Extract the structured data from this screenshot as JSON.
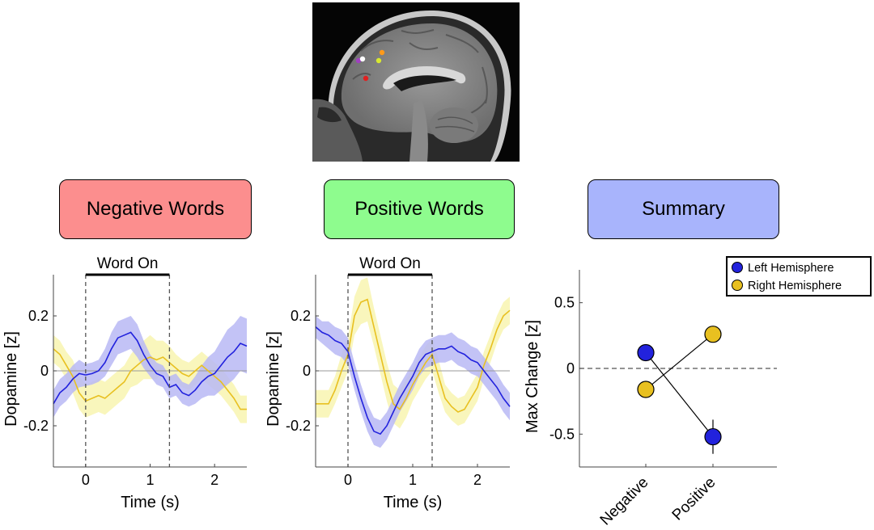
{
  "panels": {
    "negative": {
      "label": "Negative Words",
      "color": "#fc8e8e"
    },
    "positive": {
      "label": "Positive Words",
      "color": "#8efc8e"
    },
    "summary": {
      "label": "Summary",
      "color": "#a8b4fc"
    }
  },
  "colors": {
    "left": "#2222dd",
    "right": "#e8c020",
    "left_band": "#b8b8f4",
    "right_band": "#f8f4b0"
  },
  "electrodes": [
    {
      "name": "purple",
      "color": "#a040c0"
    },
    {
      "name": "white",
      "color": "#ffffff"
    },
    {
      "name": "orange",
      "color": "#ff9a1a"
    },
    {
      "name": "yellow-green",
      "color": "#d8e830"
    },
    {
      "name": "red",
      "color": "#e02020"
    }
  ],
  "chart_data": [
    {
      "type": "line",
      "panel": "Negative Words",
      "annotation": "Word On",
      "annotation_range": [
        0,
        1.3
      ],
      "xlabel": "Time (s)",
      "ylabel": "Dopamine [z]",
      "xlim": [
        -0.5,
        2.5
      ],
      "ylim": [
        -0.35,
        0.35
      ],
      "xticks": [
        0,
        1,
        2
      ],
      "xtick_labels": [
        "0",
        "1",
        "2"
      ],
      "yticks": [
        -0.2,
        0,
        0.2
      ],
      "ytick_labels": [
        "-0.2",
        "0",
        "0.2"
      ],
      "vlines": [
        0,
        1.3
      ],
      "hline": 0,
      "x": [
        -0.5,
        -0.4,
        -0.3,
        -0.2,
        -0.1,
        0,
        0.1,
        0.2,
        0.3,
        0.4,
        0.5,
        0.6,
        0.7,
        0.8,
        0.9,
        1.0,
        1.1,
        1.2,
        1.3,
        1.4,
        1.5,
        1.6,
        1.7,
        1.8,
        1.9,
        2.0,
        2.1,
        2.2,
        2.3,
        2.4,
        2.5
      ],
      "series": [
        {
          "key": "left",
          "values": [
            -0.12,
            -0.08,
            -0.06,
            -0.03,
            -0.01,
            -0.015,
            -0.01,
            0.0,
            0.03,
            0.08,
            0.12,
            0.13,
            0.14,
            0.11,
            0.06,
            0.02,
            -0.01,
            -0.02,
            -0.06,
            -0.05,
            -0.08,
            -0.09,
            -0.07,
            -0.04,
            -0.02,
            -0.01,
            0.02,
            0.05,
            0.07,
            0.1,
            0.09
          ],
          "band": [
            0.05,
            0.05,
            0.05,
            0.05,
            0.05,
            0.04,
            0.04,
            0.04,
            0.05,
            0.06,
            0.06,
            0.06,
            0.06,
            0.06,
            0.05,
            0.04,
            0.04,
            0.04,
            0.04,
            0.04,
            0.04,
            0.04,
            0.05,
            0.06,
            0.07,
            0.08,
            0.09,
            0.1,
            0.1,
            0.1,
            0.1
          ]
        },
        {
          "key": "right",
          "values": [
            0.08,
            0.06,
            0.02,
            -0.02,
            -0.08,
            -0.11,
            -0.1,
            -0.09,
            -0.1,
            -0.08,
            -0.06,
            -0.04,
            0.0,
            0.02,
            0.04,
            0.05,
            0.04,
            0.05,
            0.03,
            0.01,
            -0.01,
            -0.02,
            0.0,
            0.02,
            0.0,
            -0.02,
            -0.04,
            -0.07,
            -0.1,
            -0.14,
            -0.14
          ],
          "band": [
            0.05,
            0.05,
            0.05,
            0.06,
            0.06,
            0.06,
            0.06,
            0.06,
            0.06,
            0.06,
            0.06,
            0.06,
            0.06,
            0.07,
            0.07,
            0.08,
            0.07,
            0.06,
            0.06,
            0.05,
            0.05,
            0.05,
            0.05,
            0.05,
            0.05,
            0.05,
            0.05,
            0.05,
            0.05,
            0.05,
            0.05
          ]
        }
      ]
    },
    {
      "type": "line",
      "panel": "Positive Words",
      "annotation": "Word On",
      "annotation_range": [
        0,
        1.3
      ],
      "xlabel": "Time (s)",
      "ylabel": "Dopamine [z]",
      "xlim": [
        -0.5,
        2.5
      ],
      "ylim": [
        -0.35,
        0.35
      ],
      "xticks": [
        0,
        1,
        2
      ],
      "xtick_labels": [
        "0",
        "1",
        "2"
      ],
      "yticks": [
        -0.2,
        0,
        0.2
      ],
      "ytick_labels": [
        "-0.2",
        "0",
        "0.2"
      ],
      "vlines": [
        0,
        1.3
      ],
      "hline": 0,
      "x": [
        -0.5,
        -0.4,
        -0.3,
        -0.2,
        -0.1,
        0,
        0.1,
        0.2,
        0.3,
        0.4,
        0.5,
        0.6,
        0.7,
        0.8,
        0.9,
        1.0,
        1.1,
        1.2,
        1.3,
        1.4,
        1.5,
        1.6,
        1.7,
        1.8,
        1.9,
        2.0,
        2.1,
        2.2,
        2.3,
        2.4,
        2.5
      ],
      "series": [
        {
          "key": "left",
          "values": [
            0.16,
            0.14,
            0.13,
            0.11,
            0.1,
            0.07,
            -0.02,
            -0.1,
            -0.17,
            -0.22,
            -0.23,
            -0.2,
            -0.15,
            -0.1,
            -0.06,
            -0.02,
            0.03,
            0.06,
            0.07,
            0.08,
            0.08,
            0.09,
            0.07,
            0.06,
            0.04,
            0.03,
            0.0,
            -0.03,
            -0.06,
            -0.1,
            -0.13
          ],
          "band": [
            0.04,
            0.04,
            0.05,
            0.05,
            0.05,
            0.05,
            0.05,
            0.05,
            0.05,
            0.05,
            0.05,
            0.05,
            0.05,
            0.05,
            0.05,
            0.05,
            0.05,
            0.05,
            0.05,
            0.05,
            0.05,
            0.05,
            0.05,
            0.05,
            0.05,
            0.05,
            0.05,
            0.05,
            0.05,
            0.05,
            0.05
          ]
        },
        {
          "key": "right",
          "values": [
            -0.12,
            -0.12,
            -0.12,
            -0.07,
            0.0,
            0.06,
            0.2,
            0.25,
            0.26,
            0.16,
            0.06,
            -0.04,
            -0.12,
            -0.14,
            -0.1,
            -0.05,
            -0.01,
            0.03,
            0.06,
            -0.02,
            -0.1,
            -0.13,
            -0.15,
            -0.14,
            -0.1,
            -0.06,
            0.02,
            0.08,
            0.15,
            0.2,
            0.22
          ],
          "band": [
            0.05,
            0.05,
            0.05,
            0.05,
            0.06,
            0.06,
            0.07,
            0.08,
            0.08,
            0.07,
            0.07,
            0.07,
            0.07,
            0.07,
            0.07,
            0.06,
            0.06,
            0.06,
            0.06,
            0.06,
            0.05,
            0.05,
            0.05,
            0.05,
            0.05,
            0.05,
            0.05,
            0.05,
            0.05,
            0.05,
            0.05
          ]
        }
      ]
    },
    {
      "type": "scatter",
      "panel": "Summary",
      "ylabel": "Max Change [z]",
      "xlabel": "",
      "categories": [
        "Negative",
        "Positive"
      ],
      "ylim": [
        -0.75,
        0.75
      ],
      "yticks": [
        -0.5,
        0,
        0.5
      ],
      "ytick_labels": [
        "-0.5",
        "0",
        "0.5"
      ],
      "hline": 0,
      "legend": {
        "placement": "top-right"
      },
      "series": [
        {
          "key": "left",
          "name": "Left Hemisphere",
          "values": [
            0.12,
            -0.52
          ],
          "err": [
            0.02,
            0.13
          ]
        },
        {
          "key": "right",
          "name": "Right Hemisphere",
          "values": [
            -0.16,
            0.26
          ],
          "err": [
            0.03,
            0.05
          ]
        }
      ]
    }
  ]
}
